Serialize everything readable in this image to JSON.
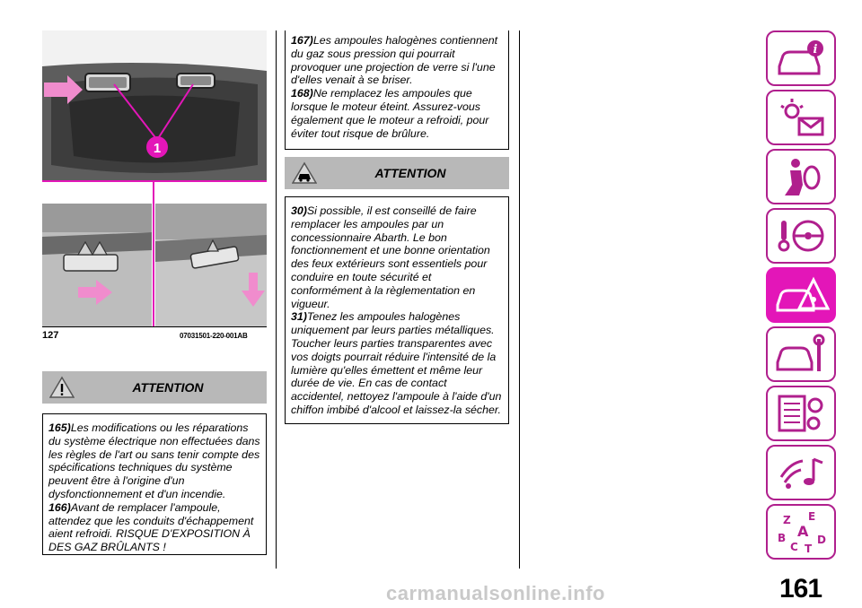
{
  "figure": {
    "number": "127",
    "code": "07031501-220-001AB",
    "callout": "1"
  },
  "left_warning": {
    "title": "ATTENTION",
    "items": [
      {
        "num": "165)",
        "text": "Les modifications ou les réparations du système électrique non effectuées dans les règles de l'art ou sans tenir compte des spécifications techniques du système peuvent être à l'origine d'un dysfonctionnement et d'un incendie."
      },
      {
        "num": "166)",
        "text": "Avant de remplacer l'ampoule, attendez que les conduits d'échappement aient refroidi. RISQUE D'EXPOSITION À DES GAZ BRÛLANTS !"
      }
    ]
  },
  "right_top_box": {
    "items": [
      {
        "num": "167)",
        "text": "Les ampoules halogènes contiennent du gaz sous pression qui pourrait provoquer une projection de verre si l'une d'elles venait à se briser."
      },
      {
        "num": "168)",
        "text": "Ne remplacez les ampoules que lorsque le moteur éteint. Assurez-vous également que le moteur a refroidi, pour éviter tout risque de brûlure."
      }
    ]
  },
  "right_warning": {
    "title": "ATTENTION",
    "items": [
      {
        "num": "30)",
        "text": "Si possible, il est conseillé de faire remplacer les ampoules par un concessionnaire Abarth. Le bon fonctionnement et une bonne orientation des feux extérieurs sont essentiels pour conduire en toute sécurité et conformément à la règlementation en vigueur."
      },
      {
        "num": "31)",
        "text": "Tenez les ampoules halogènes uniquement par leurs parties métalliques. Toucher leurs parties transparentes avec vos doigts pourrait réduire l'intensité de la lumière qu'elles émettent et même leur durée de vie. En cas de contact accidentel, nettoyez l'ampoule à l'aide d'un chiffon imbibé d'alcool et laissez-la sécher."
      }
    ]
  },
  "tabs": [
    {
      "icon": "car-info-icon",
      "active": false
    },
    {
      "icon": "dashboard-lights-icon",
      "active": false
    },
    {
      "icon": "safety-airbag-icon",
      "active": false
    },
    {
      "icon": "starting-driving-icon",
      "active": false
    },
    {
      "icon": "emergency-icon",
      "active": true
    },
    {
      "icon": "maintenance-icon",
      "active": false
    },
    {
      "icon": "technical-data-icon",
      "active": false
    },
    {
      "icon": "multimedia-icon",
      "active": false
    },
    {
      "icon": "index-icon",
      "active": false
    }
  ],
  "page_number": "161",
  "watermark": "carmanualsonline.info",
  "colors": {
    "accent": "#e316b8",
    "tab_border": "#b01f8d",
    "warn_header": "#b8b8b8"
  }
}
